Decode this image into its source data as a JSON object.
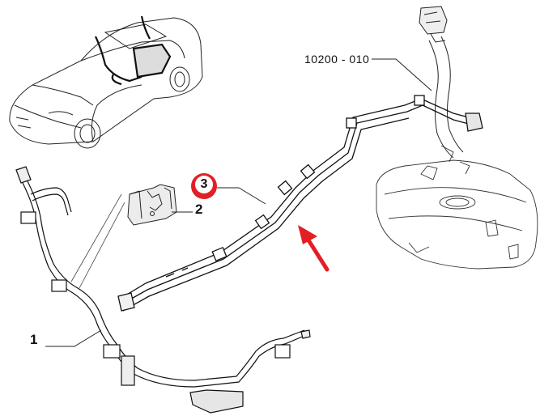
{
  "callouts": {
    "part_1": "1",
    "part_2": "2",
    "part_3": "3",
    "reference": "10200 - 010"
  },
  "colors": {
    "line": "#1a1a1a",
    "highlight_ring": "#e31f26",
    "arrow": "#e31f26"
  },
  "icons": [
    "car-overview-illustration",
    "fuel-tank-illustration",
    "wiring-harness-illustration",
    "connector-cover-illustration",
    "fuel-line-illustration",
    "direction-arrow"
  ]
}
